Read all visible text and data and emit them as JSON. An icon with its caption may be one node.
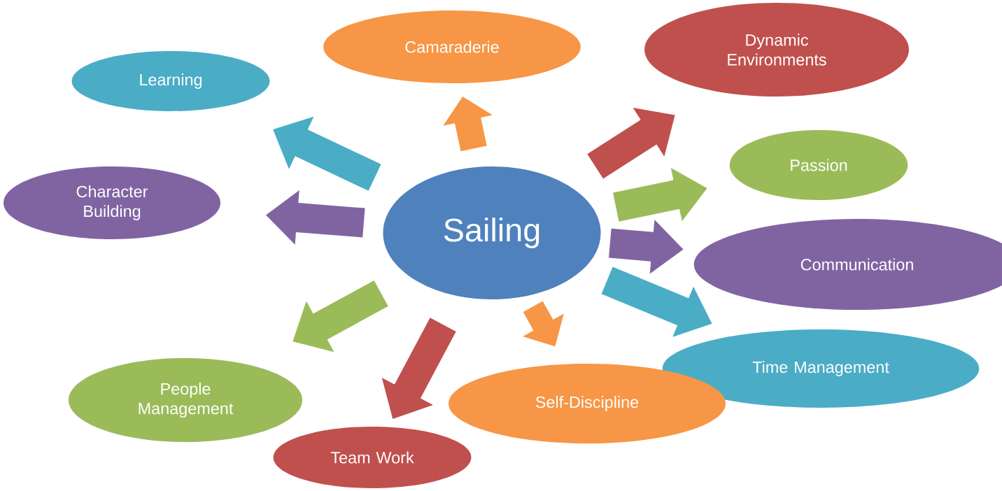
{
  "diagram": {
    "nodes": [
      {
        "text": [
          "Sailing"
        ]
      },
      {
        "text": [
          "Learning"
        ]
      },
      {
        "text": [
          "Camaraderie"
        ]
      },
      {
        "text": [
          "Dynamic Environments"
        ]
      },
      {
        "text": [
          "Character Building"
        ]
      },
      {
        "text": [
          "Passion"
        ]
      },
      {
        "text": [
          "Communication"
        ]
      },
      {
        "text": [
          "Time Management"
        ]
      },
      {
        "text": [
          "People Management"
        ]
      },
      {
        "text": [
          "Self-Discipline"
        ]
      },
      {
        "text": [
          "Team Work"
        ]
      }
    ],
    "edges": [
      {
        "from": 0,
        "to": 1,
        "arrow": "to",
        "color": "#4bacc6"
      },
      {
        "from": 0,
        "to": 2,
        "arrow": "to",
        "color": "#f79646"
      },
      {
        "from": 0,
        "to": 3,
        "arrow": "to",
        "color": "#c0504d"
      },
      {
        "from": 0,
        "to": 4,
        "arrow": "to",
        "color": "#8064a2"
      },
      {
        "from": 0,
        "to": 5,
        "arrow": "to",
        "color": "#9bbb59"
      },
      {
        "from": 0,
        "to": 6,
        "arrow": "to",
        "color": "#8064a2"
      },
      {
        "from": 0,
        "to": 7,
        "arrow": "to",
        "color": "#4bacc6"
      },
      {
        "from": 0,
        "to": 8,
        "arrow": "to",
        "color": "#9bbb59"
      },
      {
        "from": 0,
        "to": 9,
        "arrow": "to",
        "color": "#f79646"
      },
      {
        "from": 0,
        "to": 10,
        "arrow": "to",
        "color": "#c0504d"
      }
    ]
  }
}
